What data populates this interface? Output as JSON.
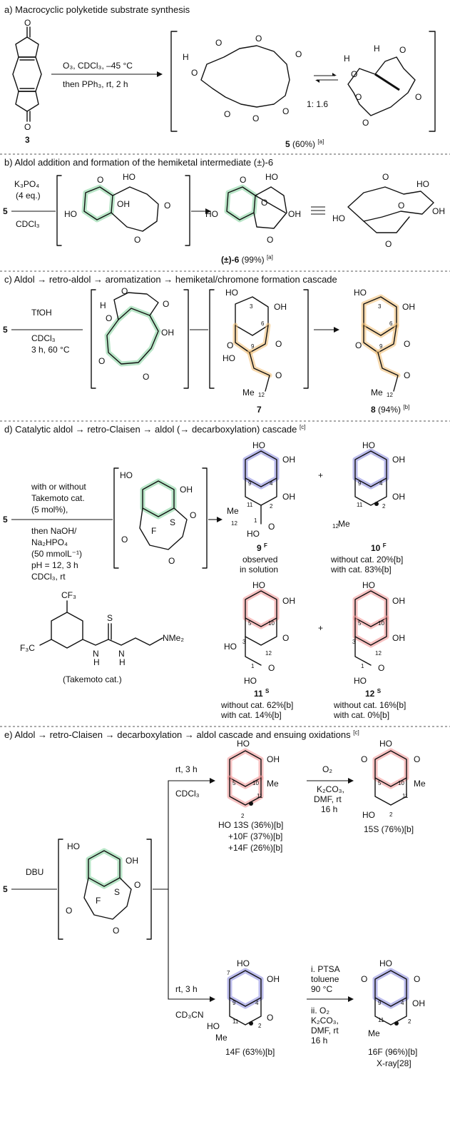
{
  "sections": {
    "a": {
      "title": "a) Macrocyclic polyketide substrate synthesis",
      "reagent_line1": "O₃, CDCl₃, –45 °C",
      "reagent_line2": "then PPh₃,  rt, 2 h",
      "start_label": "3",
      "ratio": "1: 1.6",
      "product_label": "5",
      "product_yield": "(60%)",
      "product_note": "[a]"
    },
    "b": {
      "title": "b) Aldol addition and formation of the hemiketal intermediate (±)-6",
      "reagent_line1": "K₃PO₄",
      "reagent_line2": "(4 eq.)",
      "reagent_line3": "CDCl₃",
      "start_label": "5",
      "product_label": "(±)-6",
      "product_yield": "(99%)",
      "product_note": "[a]"
    },
    "c": {
      "title": "c) Aldol → retro-aldol → aromatization → hemiketal/chromone formation cascade",
      "reagent_line1": "TfOH",
      "reagent_line2": "CDCl₃",
      "reagent_line3": "3 h, 60 °C",
      "start_label": "5",
      "intermediate_label": "7",
      "product_label": "8",
      "product_yield": "(94%)",
      "product_note": "[b]"
    },
    "d": {
      "title": "d) Catalytic aldol → retro-Claisen → aldol (→ decarboxylation) cascade",
      "title_note": "[c]",
      "conditions": [
        "with or without",
        "Takemoto cat.",
        "(5 mol%),",
        "then NaOH/",
        "Na₂HPO₄",
        "(50 mmolL⁻¹)",
        "pH = 12, 3 h",
        "CDCl₃, rt"
      ],
      "start_label": "5",
      "catalyst_label": "(Takemoto cat.)",
      "p9_label": "9",
      "p9_sup": "F",
      "p9_note1": "observed",
      "p9_note2": "in solution",
      "p10_label": "10",
      "p10_sup": "F",
      "p10_line1": "without cat. 20%[b]",
      "p10_line2": "with cat.     83%[b]",
      "p11_label": "11",
      "p11_sup": "S",
      "p11_line1": "without cat. 62%[b]",
      "p11_line2": "with cat.     14%[b]",
      "p12_label": "12",
      "p12_sup": "S",
      "p12_line1": "without cat. 16%[b]",
      "p12_line2": "with cat.       0%[b]"
    },
    "e": {
      "title": "e) Aldol → retro-Claisen → decarboxylation → aldol cascade and ensuing oxidations",
      "title_note": "[c]",
      "reagent": "DBU",
      "start_label": "5",
      "upper_cond1": "rt, 3 h",
      "upper_cond2": "CDCl₃",
      "lower_cond1": "rt, 3 h",
      "lower_cond2": "CD₃CN",
      "p13_line": "HO 13S (36%)[b]",
      "p13_extra1": "+10F (37%)[b]",
      "p13_extra2": "+14F (26%)[b]",
      "ox_upper1": "O₂",
      "ox_upper2": "K₂CO₃,",
      "ox_upper3": "DMF, rt",
      "ox_upper4": "16 h",
      "p15_line": "15S (76%)[b]",
      "p14_line": "14F (63%)[b]",
      "ox_lower1": "i. PTSA",
      "ox_lower2": "toluene",
      "ox_lower3": "90 °C",
      "ox_lower4": "ii. O₂",
      "ox_lower5": "K₂CO₃,",
      "ox_lower6": "DMF, rt",
      "ox_lower7": "16 h",
      "p16_line": "16F (96%)[b]",
      "p16_xray": "X-ray[28]"
    }
  }
}
